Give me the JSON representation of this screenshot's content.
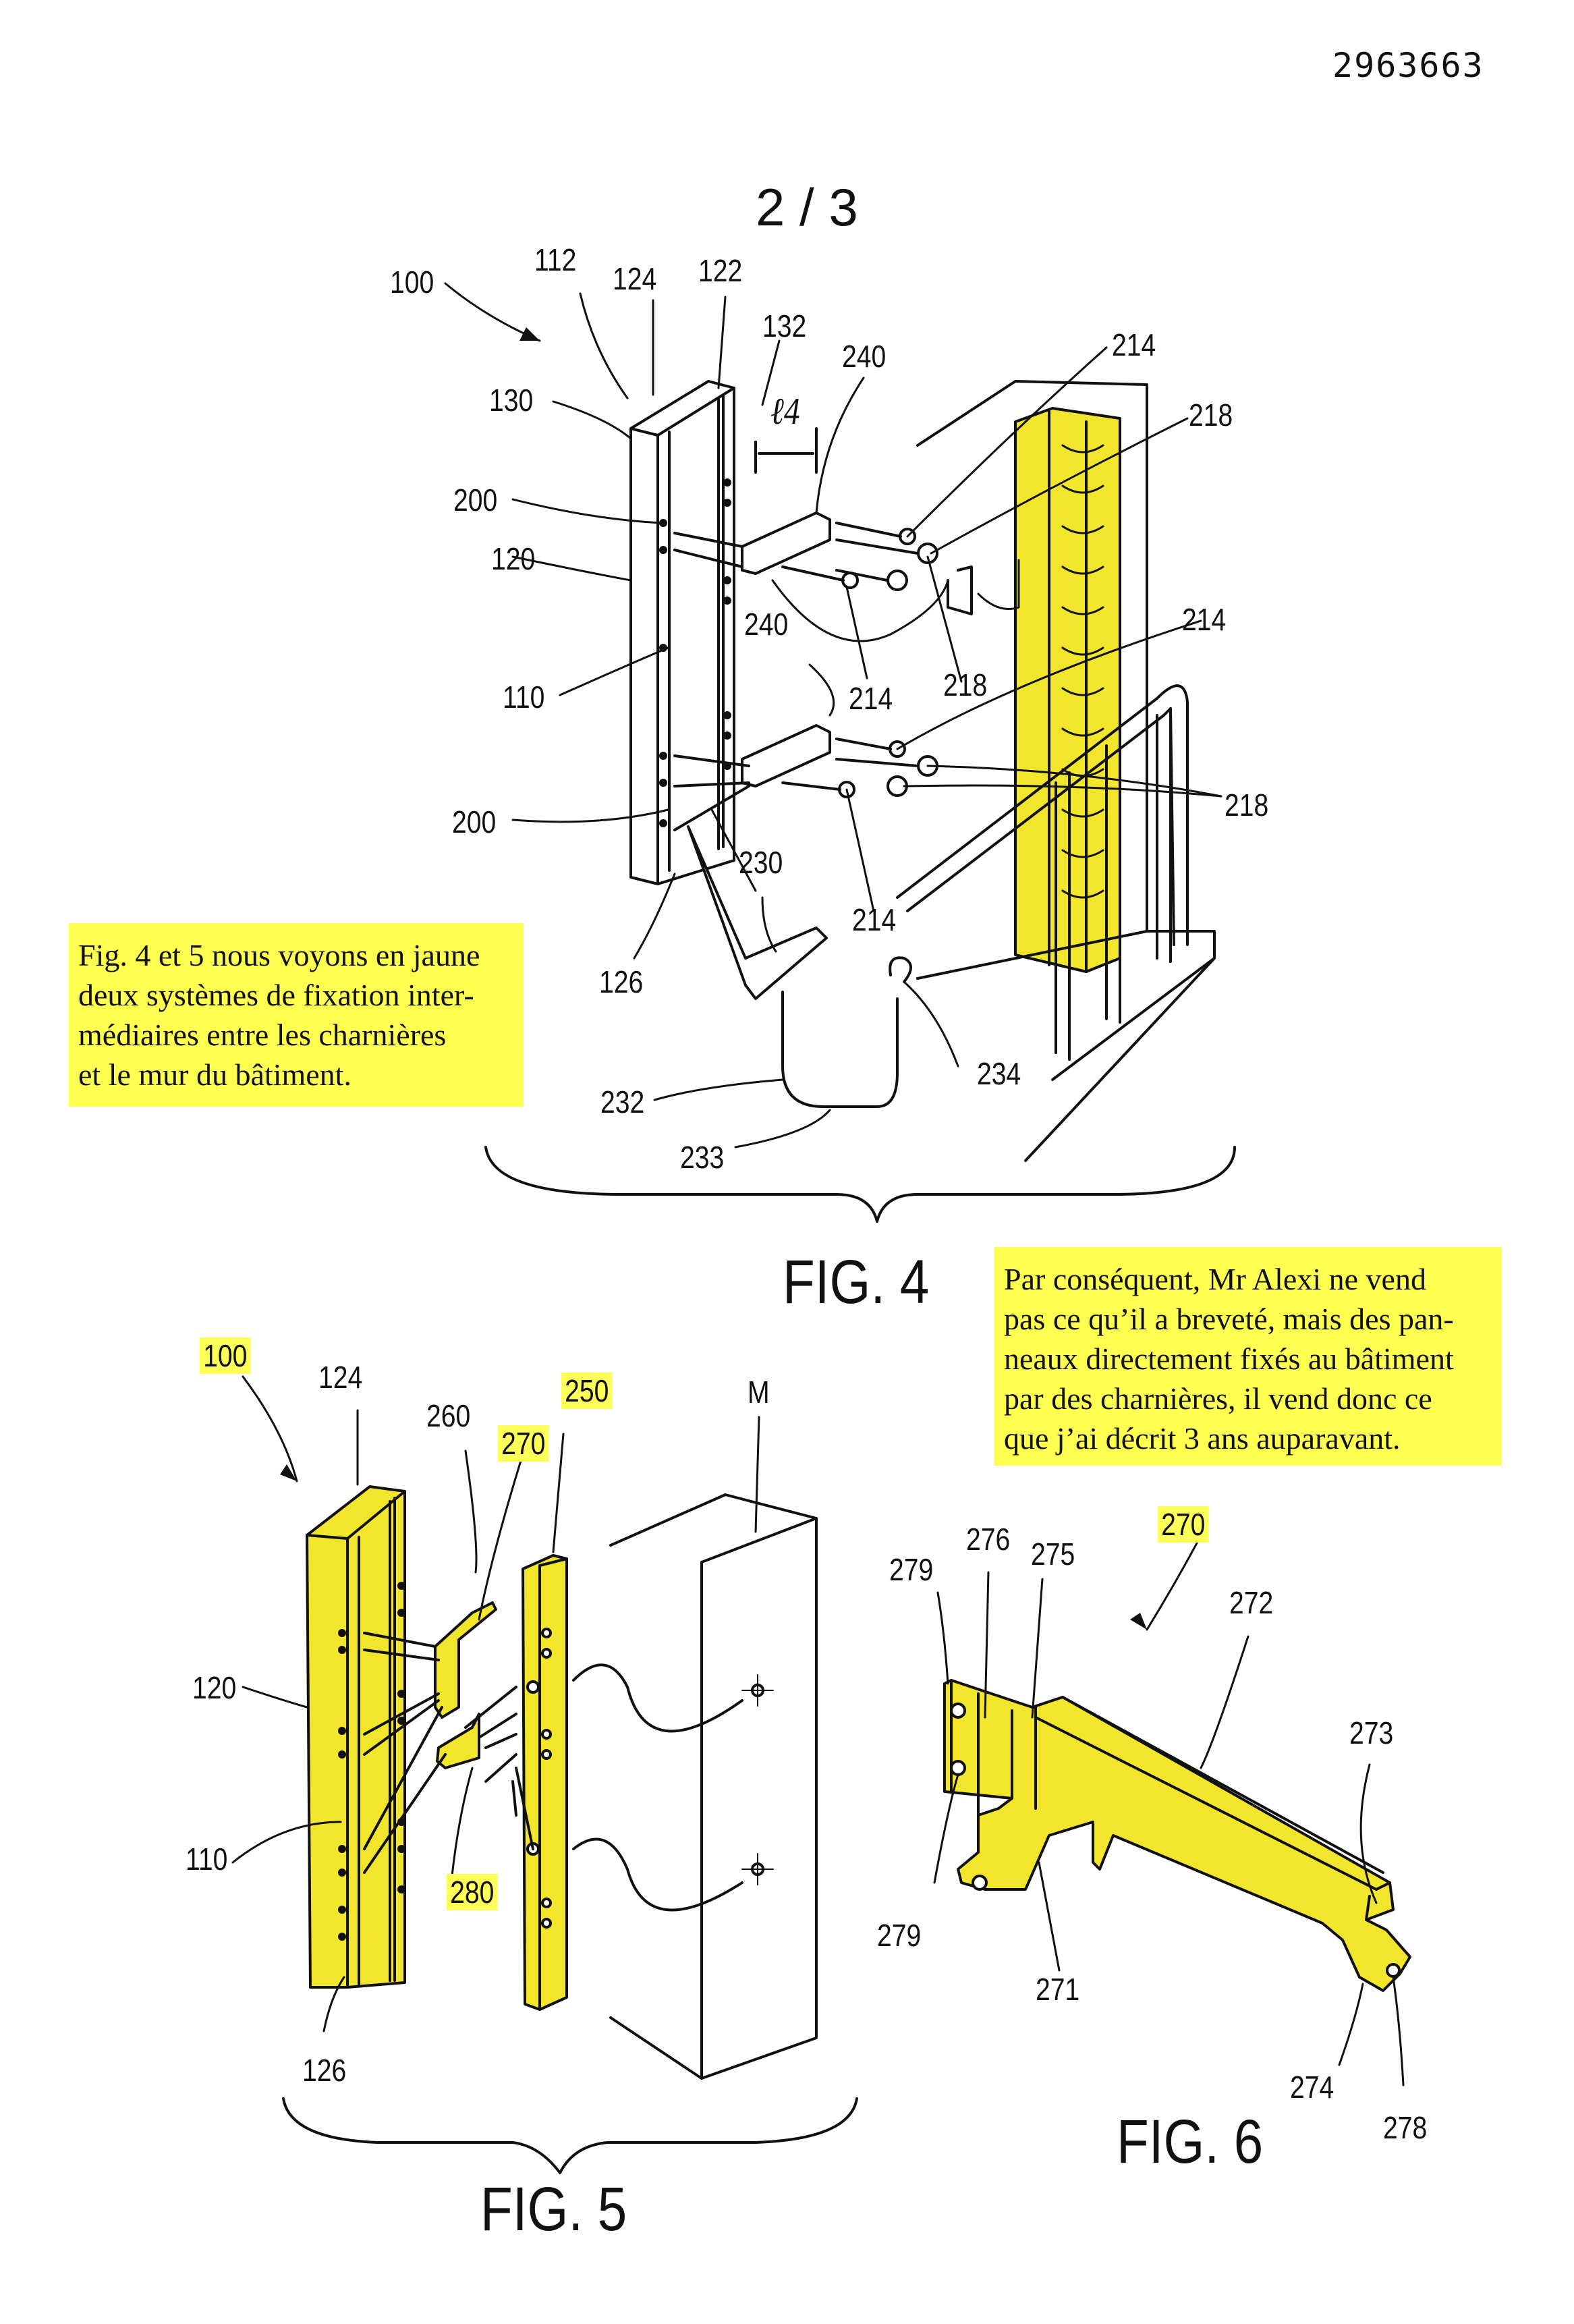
{
  "header": {
    "document_number": "2963663",
    "sheet": "2 / 3"
  },
  "figures": {
    "fig4": "FIG. 4",
    "fig5": "FIG. 5",
    "fig6": "FIG. 6"
  },
  "notes": {
    "note1": [
      "Fig. 4 et 5 nous voyons en jaune",
      "deux systèmes de fixation inter-",
      "médiaires entre les charnières",
      "et le mur du bâtiment."
    ],
    "note2": [
      "Par conséquent, Mr Alexi ne vend",
      "pas ce qu’il a breveté, mais des pan-",
      "neaux directement fixés au bâtiment",
      "par des charnières, il vend donc ce",
      "que j’ai décrit 3 ans auparavant."
    ]
  },
  "fig4_labels": {
    "r100": "100",
    "r112": "112",
    "r124": "124",
    "r122": "122",
    "r132": "132",
    "r240a": "240",
    "r214a": "214",
    "r218a": "218",
    "r130": "130",
    "rl4": "ℓ4",
    "r200a": "200",
    "r120": "120",
    "r240b": "240",
    "r214b": "214",
    "r218b": "218",
    "r214c": "214",
    "r110": "110",
    "r218c": "218",
    "r200b": "200",
    "r230": "230",
    "r214d": "214",
    "r126": "126",
    "r234": "234",
    "r232": "232",
    "r233": "233"
  },
  "fig5_labels": {
    "r100": "100",
    "r124": "124",
    "r260": "260",
    "r250": "250",
    "r270": "270",
    "rM": "M",
    "r120": "120",
    "r110": "110",
    "r280": "280",
    "r126": "126"
  },
  "fig6_labels": {
    "r276": "276",
    "r270": "270",
    "r279a": "279",
    "r275": "275",
    "r272": "272",
    "r273": "273",
    "r279b": "279",
    "r271": "271",
    "r274": "274",
    "r278": "278"
  },
  "colors": {
    "highlight_yellow": "#ffff52",
    "part_yellow": "#f2e62c",
    "line": "#111111"
  }
}
